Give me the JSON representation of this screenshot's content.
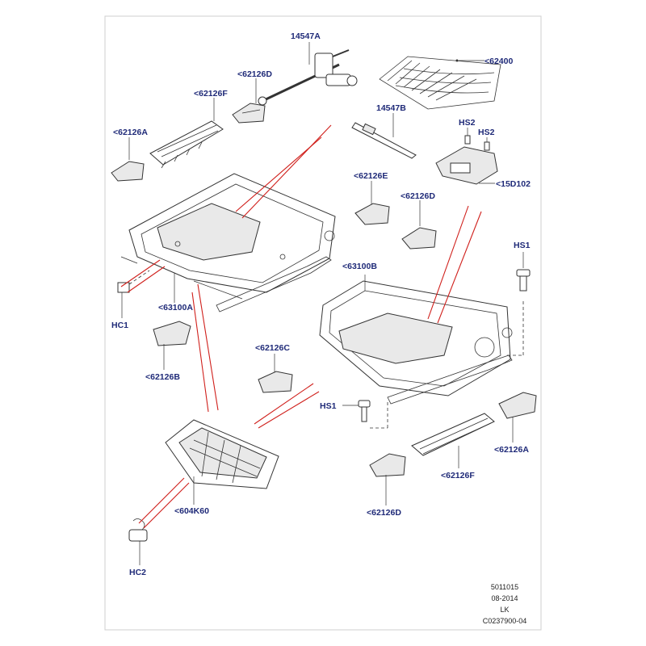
{
  "labels": {
    "l14547A": "14547A",
    "l62400": "<62400",
    "l62126D_top": "<62126D",
    "l62126F_top": "<62126F",
    "l14547B": "14547B",
    "l62126A_left": "<62126A",
    "lHS2a": "HS2",
    "lHS2b": "HS2",
    "l15D102": "<15D102",
    "l62126E": "<62126E",
    "l62126D_mid": "<62126D",
    "lHS1_right": "HS1",
    "l63100B": "<63100B",
    "l63100A": "<63100A",
    "lHC1": "HC1",
    "l62126B": "<62126B",
    "l62126C": "<62126C",
    "lHS1_mid": "HS1",
    "l62126A_right": "<62126A",
    "l62126F_bot": "<62126F",
    "l604K60": "<604K60",
    "l62126D_bot": "<62126D",
    "lHC2": "HC2"
  },
  "reference": {
    "line1": "5011015",
    "line2": "08-2014",
    "line3": "LK",
    "line4": "C0237900-04"
  }
}
